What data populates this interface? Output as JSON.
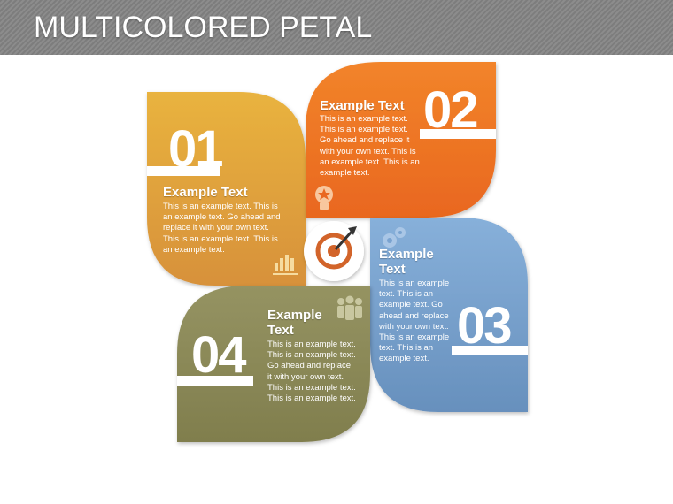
{
  "title": "MULTICOLORED PETAL",
  "colors": {
    "petal1": "#e0a33a",
    "petal2": "#ef7724",
    "petal3": "#7aa3d0",
    "petal4": "#8c8a55",
    "target": "#d2642a"
  },
  "petals": [
    {
      "number": "01",
      "heading": "Example Text",
      "body": "This is an example text. This is an example text. Go ahead and replace it with your own text. This is an example text. This is an example text.",
      "icon": "bar-chart-icon"
    },
    {
      "number": "02",
      "heading": "Example Text",
      "body": "This is an example text. This is an example text. Go ahead and replace it with your own text. This is an example text. This is an example text.",
      "icon": "lightbulb-icon"
    },
    {
      "number": "03",
      "heading": "Example Text",
      "body": "This is an example text. This is an example text. Go ahead and replace with your own text. This is an example text. This is an example text.",
      "icon": "gears-icon"
    },
    {
      "number": "04",
      "heading": "Example Text",
      "body": "This is an example text. This is an example text. Go ahead and replace it with your own text. This is an example text. This is an example text.",
      "icon": "people-icon"
    }
  ],
  "center_icon": "target-icon"
}
